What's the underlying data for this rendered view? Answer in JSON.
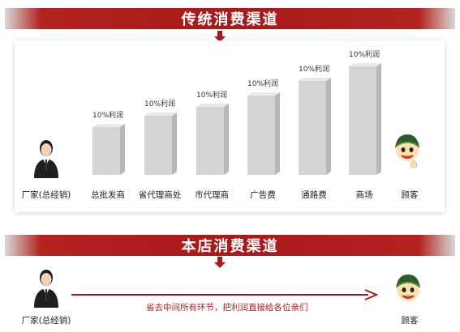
{
  "top_banner": {
    "title": "传统消费渠道"
  },
  "traditional_channel": {
    "start": {
      "label": "厂家(总经销)",
      "icon": "businessman-icon"
    },
    "end": {
      "label": "顾客",
      "icon": "customer-icon"
    },
    "stages": [
      {
        "label": "总批发商",
        "profit": "10%利润"
      },
      {
        "label": "省代理商处",
        "profit": "10%利润"
      },
      {
        "label": "市代理商",
        "profit": "10%利润"
      },
      {
        "label": "广告费",
        "profit": "10%利润"
      },
      {
        "label": "通路费",
        "profit": "10%利润"
      },
      {
        "label": "商场",
        "profit": "10%利润"
      }
    ]
  },
  "bottom_banner": {
    "title": "本店消费渠道"
  },
  "direct_channel": {
    "start": {
      "label": "厂家(总经销)",
      "icon": "businessman-icon"
    },
    "end": {
      "label": "顾客",
      "icon": "customer-icon"
    },
    "note": "省去中间所有环节，把利润直接给各位亲们"
  },
  "colors": {
    "accent": "#a8191a",
    "bar": "#d4d4d4"
  }
}
